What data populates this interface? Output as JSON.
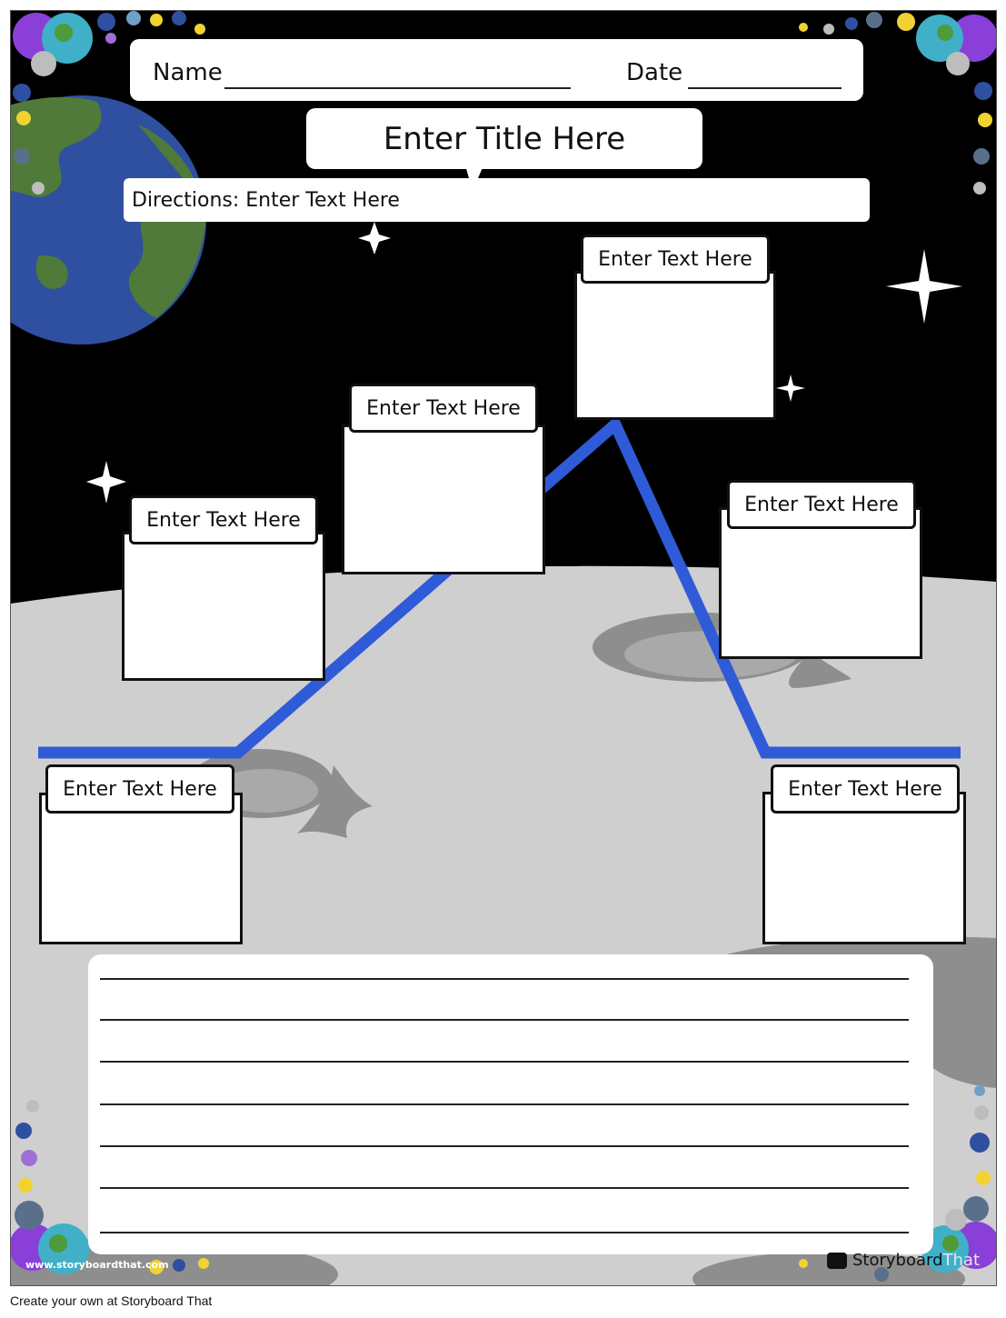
{
  "header": {
    "name_label": "Name",
    "date_label": "Date",
    "title": "Enter Title Here",
    "directions": "Directions: Enter Text Here"
  },
  "diagram": {
    "type": "plot-mountain",
    "stages": [
      {
        "label": "Enter Text Here"
      },
      {
        "label": "Enter Text Here"
      },
      {
        "label": "Enter Text Here"
      },
      {
        "label": "Enter Text Here"
      },
      {
        "label": "Enter Text Here"
      },
      {
        "label": "Enter Text Here"
      }
    ],
    "line_color": "#2f5bd9"
  },
  "writing_area": {
    "line_count": 7
  },
  "branding": {
    "website": "www.storyboardthat.com",
    "logo_text": "Storyboard",
    "logo_text_faded": "That",
    "footer": "Create your own at Storyboard That"
  },
  "colors": {
    "space": "#000000",
    "moon_surface": "#cfcfcf",
    "crater": "#8e8e8e",
    "earth_ocean": "#2f4fa0",
    "earth_land": "#4f7a3a"
  }
}
